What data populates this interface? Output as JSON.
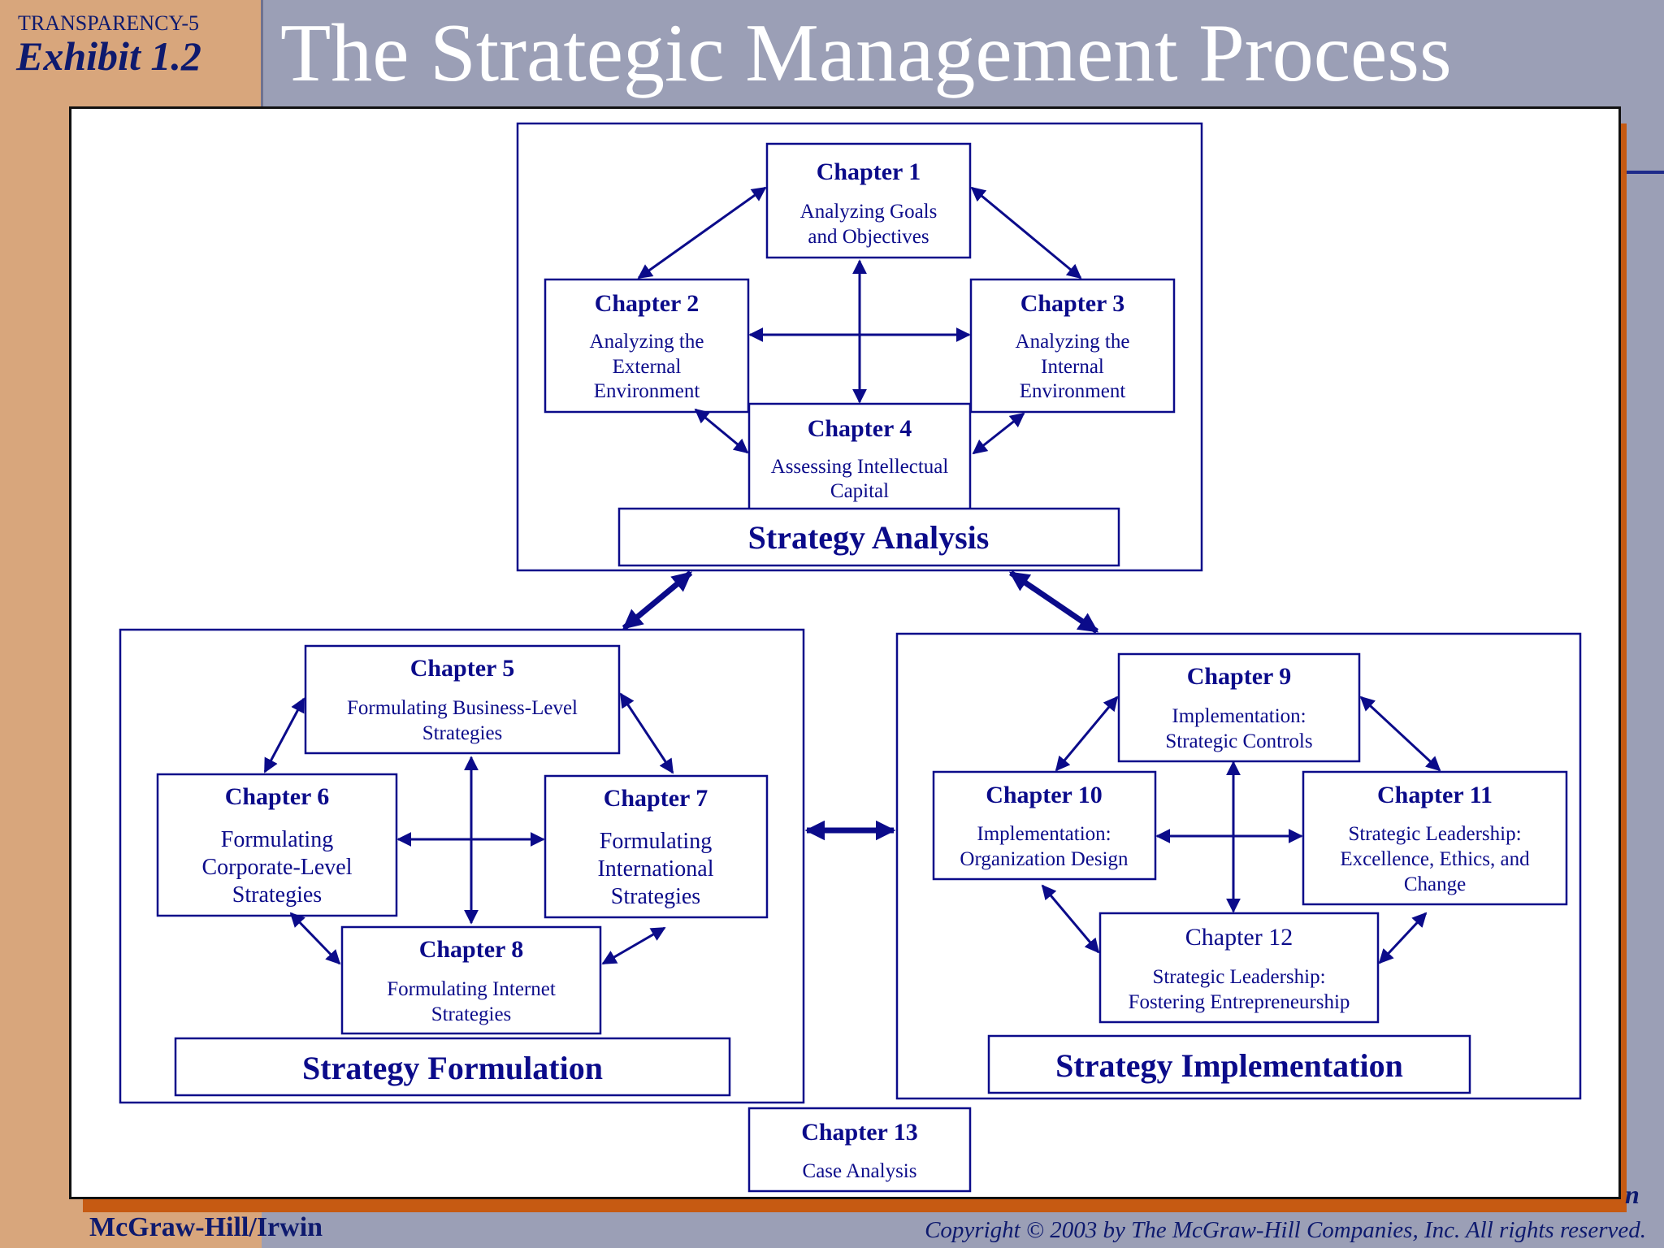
{
  "header": {
    "eyebrow": "TRANSPARENCY-5",
    "exhibit": "Exhibit 1.2",
    "title": "The Strategic Management Process"
  },
  "footer": {
    "brand": "McGraw-Hill/Irwin",
    "copyright": "Copyright © 2003 by The McGraw-Hill Companies, Inc.  All rights reserved.",
    "corner_mark": "n"
  },
  "diagram": {
    "stages": {
      "analysis": "Strategy Analysis",
      "formulation": "Strategy Formulation",
      "implementation": "Strategy Implementation"
    },
    "chapters": {
      "ch1": {
        "label": "Chapter 1",
        "lines": [
          "Analyzing Goals",
          "and Objectives"
        ]
      },
      "ch2": {
        "label": "Chapter 2",
        "lines": [
          "Analyzing the",
          "External",
          "Environment"
        ]
      },
      "ch3": {
        "label": "Chapter 3",
        "lines": [
          "Analyzing the",
          "Internal",
          "Environment"
        ]
      },
      "ch4": {
        "label": "Chapter 4",
        "lines": [
          "Assessing Intellectual",
          "Capital"
        ]
      },
      "ch5": {
        "label": "Chapter 5",
        "lines": [
          "Formulating Business-Level",
          "Strategies"
        ]
      },
      "ch6": {
        "label": "Chapter 6",
        "lines": [
          "Formulating",
          "Corporate-Level",
          "Strategies"
        ]
      },
      "ch7": {
        "label": "Chapter 7",
        "lines": [
          "Formulating",
          "International",
          "Strategies"
        ]
      },
      "ch8": {
        "label": "Chapter 8",
        "lines": [
          "Formulating Internet",
          "Strategies"
        ]
      },
      "ch9": {
        "label": "Chapter 9",
        "lines": [
          "Implementation:",
          "Strategic Controls"
        ]
      },
      "ch10": {
        "label": "Chapter 10",
        "lines": [
          "Implementation:",
          "Organization Design"
        ]
      },
      "ch11": {
        "label": "Chapter 11",
        "lines": [
          "Strategic Leadership:",
          "Excellence, Ethics, and",
          "Change"
        ]
      },
      "ch12": {
        "label": "Chapter 12",
        "lines": [
          "Strategic Leadership:",
          "Fostering Entrepreneurship"
        ]
      },
      "ch13": {
        "label": "Chapter 13",
        "lines": [
          "Case Analysis"
        ]
      }
    }
  }
}
